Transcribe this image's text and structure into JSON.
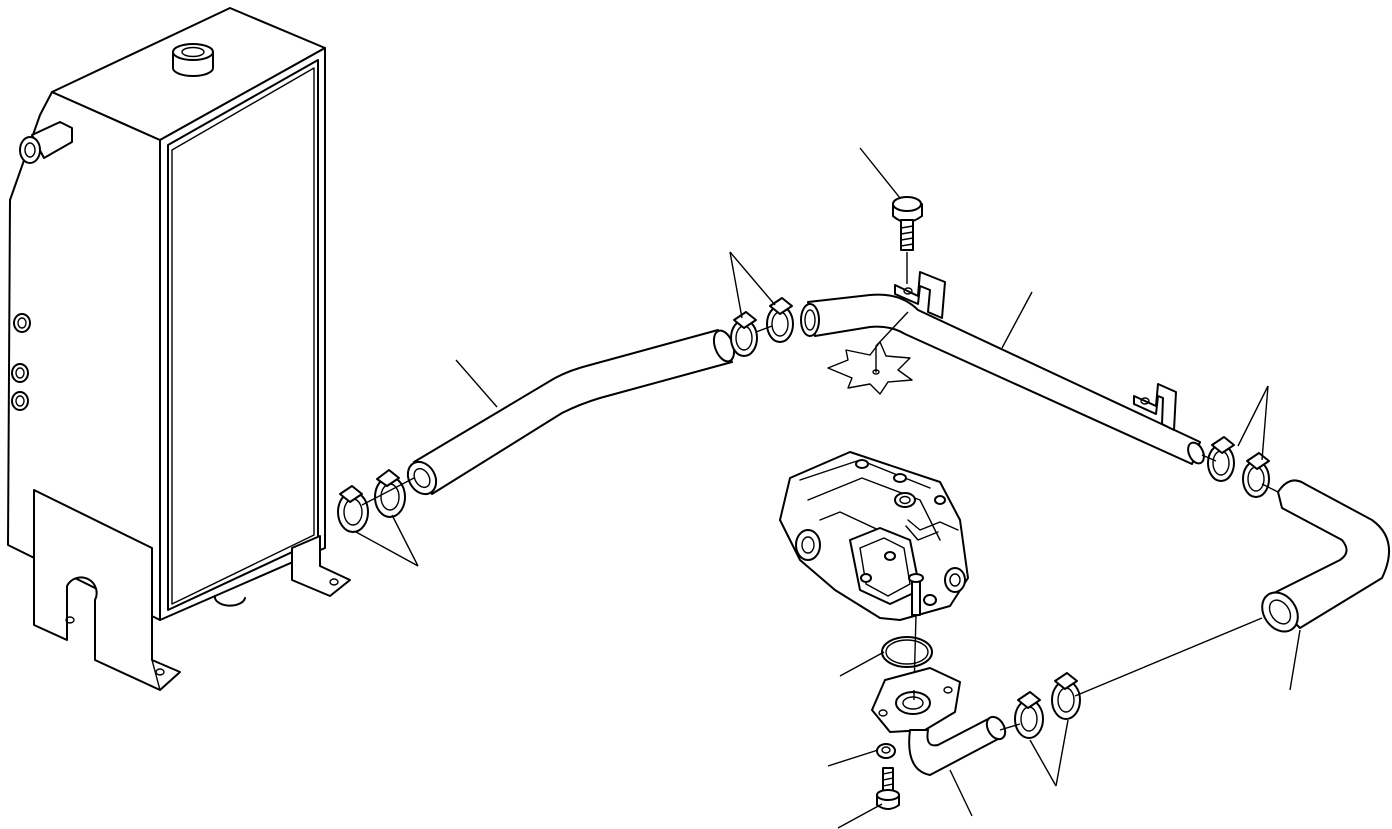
{
  "diagram": {
    "background": "#ffffff",
    "line_color": "#000000",
    "parts": [
      "hydraulic-tank",
      "suction-hose",
      "hose-clamps",
      "suction-tube",
      "tube-bracket",
      "mounting-bolt",
      "hydraulic-pump",
      "o-ring",
      "flange-elbow",
      "elbow-hose",
      "washer",
      "flange-bolt"
    ],
    "labels": []
  }
}
